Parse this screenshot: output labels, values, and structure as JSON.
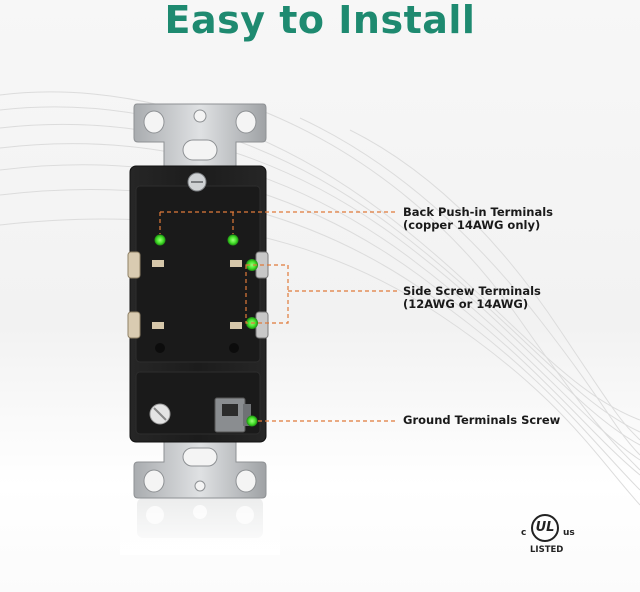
{
  "title": "Easy to Install",
  "callouts": {
    "back": {
      "line1": "Back Push-in Terminals",
      "line2": "(copper 14AWG only)"
    },
    "side": {
      "line1": "Side Screw Terminals",
      "line2": "(12AWG or 14AWG)"
    },
    "ground": {
      "line1": "Ground Terminals Screw"
    }
  },
  "certification": {
    "left": "c",
    "mark": "UL",
    "right": "us",
    "caption": "LISTED"
  },
  "colors": {
    "title": "#1e8a70",
    "leader": "#e07a3a",
    "indicator": "#44e02a",
    "body": "#1f1f1f",
    "strap": "#c8cacc"
  }
}
